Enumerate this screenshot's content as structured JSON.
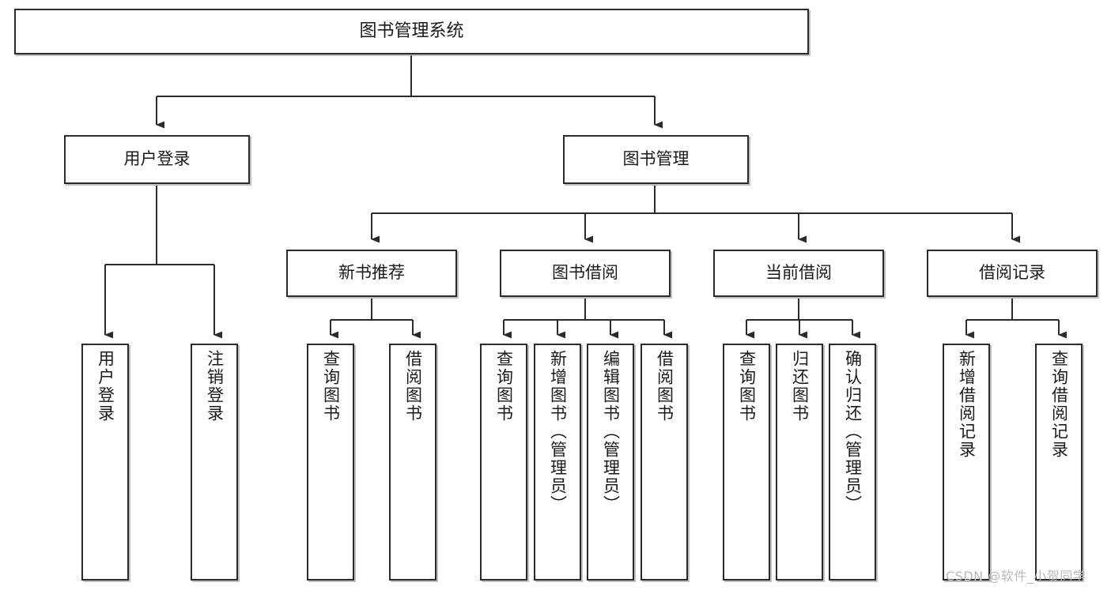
{
  "diagram": {
    "title": "图书管理系统",
    "type": "tree-structure-chart",
    "orientation": "top-down",
    "colors": {
      "box_border": "#2b2b2b",
      "box_fill": "#ffffff",
      "connector": "#2b2b2b",
      "text": "#1a1a1a",
      "watermark": "#b9b9b9",
      "background": "#ffffff"
    },
    "root": {
      "label": "图书管理系统"
    },
    "level1": [
      {
        "label": "用户登录"
      },
      {
        "label": "图书管理"
      }
    ],
    "level2": [
      {
        "label": "新书推荐"
      },
      {
        "label": "图书借阅"
      },
      {
        "label": "当前借阅"
      },
      {
        "label": "借阅记录"
      }
    ],
    "leaves": {
      "user_login": [
        {
          "label": "用户登录"
        },
        {
          "label": "注销登录"
        }
      ],
      "new_book_recommend": [
        {
          "label": "查询图书"
        },
        {
          "label": "借阅图书"
        }
      ],
      "book_borrow": [
        {
          "label": "查询图书"
        },
        {
          "label": "新增图书（管理员）"
        },
        {
          "label": "编辑图书（管理员）"
        },
        {
          "label": "借阅图书"
        }
      ],
      "current_borrow": [
        {
          "label": "查询图书"
        },
        {
          "label": "归还图书"
        },
        {
          "label": "确认归还（管理员）"
        }
      ],
      "borrow_record": [
        {
          "label": "新增借阅记录"
        },
        {
          "label": "查询借阅记录"
        }
      ]
    }
  },
  "watermark": {
    "text": "CSDN @软件_小贺同学"
  }
}
